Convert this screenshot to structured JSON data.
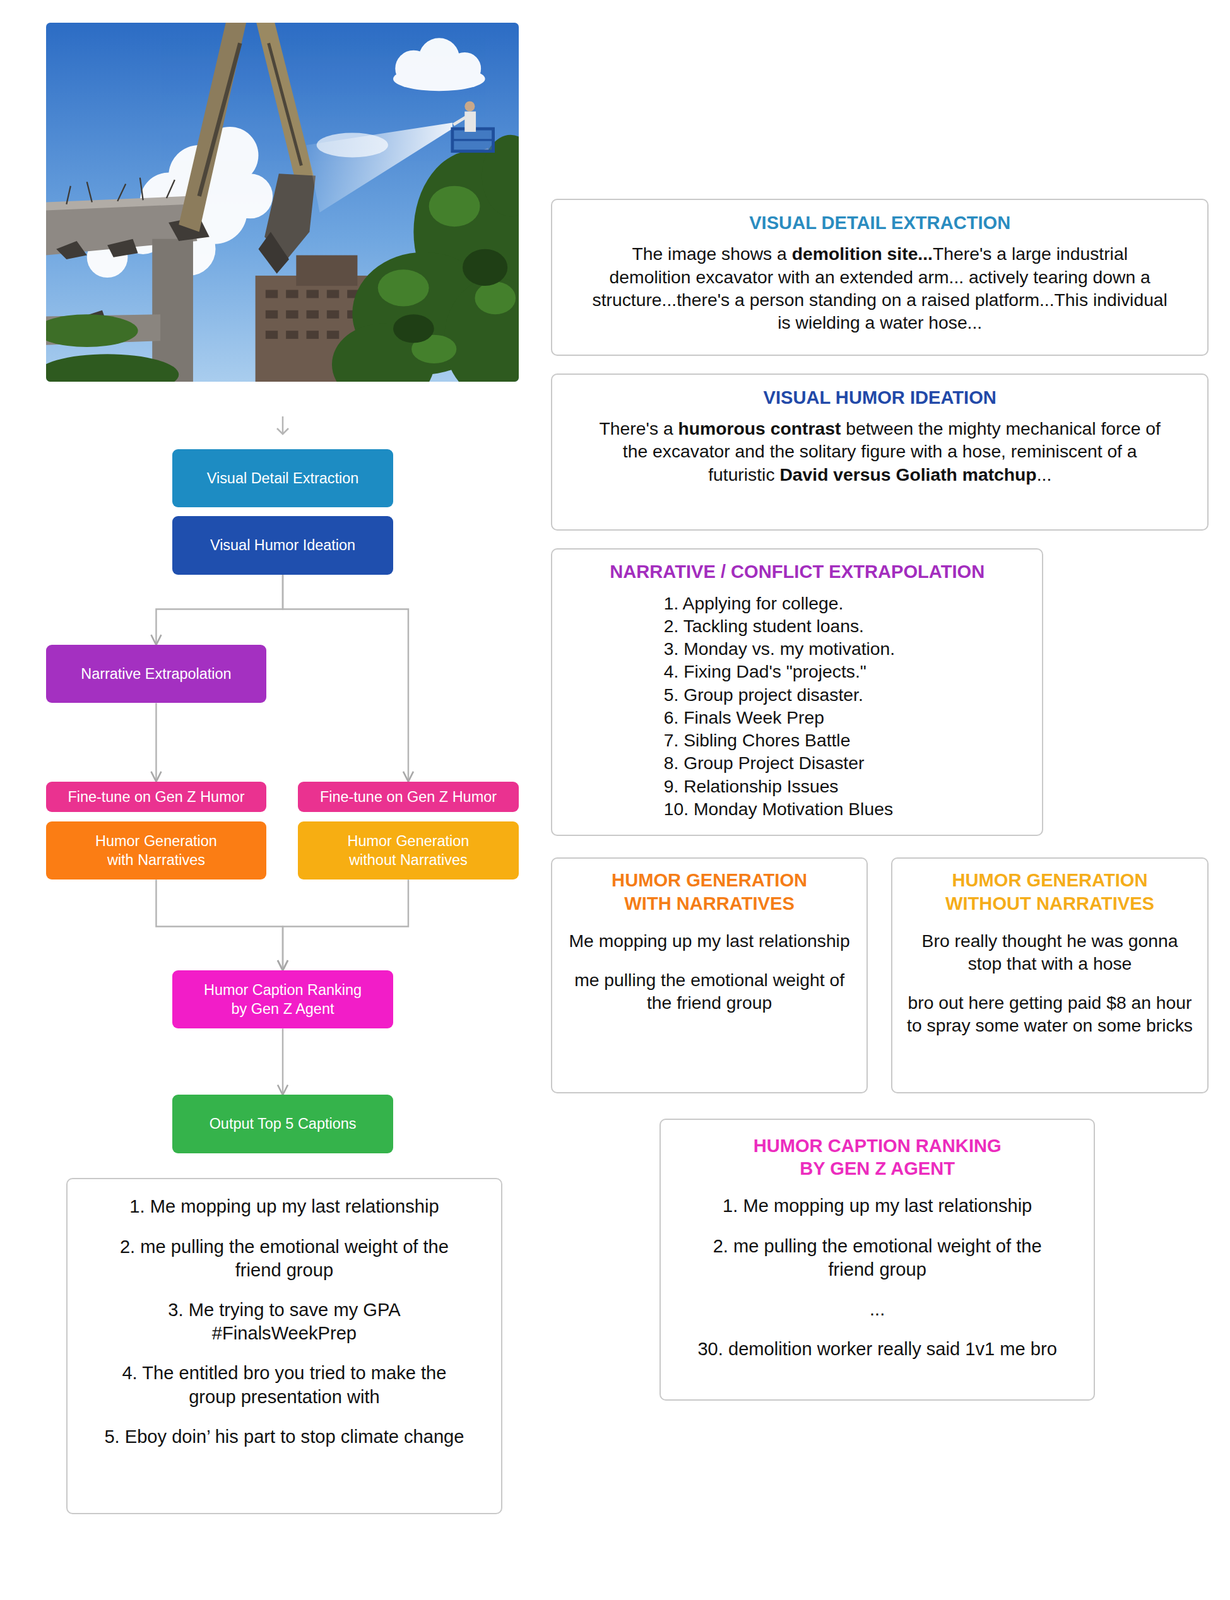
{
  "diagram": {
    "nodes": [
      {
        "text": [
          "Visual Detail Extraction"
        ]
      },
      {
        "text": [
          "Visual Humor Ideation"
        ]
      },
      {
        "text": [
          "Narrative Extrapolation"
        ]
      },
      {
        "text": [
          "Fine-tune on Gen Z Humor"
        ]
      },
      {
        "text": [
          "Fine-tune on Gen Z Humor"
        ]
      },
      {
        "text": [
          "Humor Generation with Narratives"
        ]
      },
      {
        "text": [
          "Humor Generation without Narratives"
        ]
      },
      {
        "text": [
          "Humor Caption Ranking by Gen Z Agent"
        ]
      },
      {
        "text": [
          "Output Top 5 Captions"
        ]
      },
      {
        "text": [
          "1. Me mopping up my last relationship",
          "2. me pulling the emotional weight of the friend group",
          "3. Me trying to save my GPA #FinalsWeekPrep",
          "4. The entitled bro you tried to make the group presentation with",
          "5. Eboy doin’ his part to stop climate change"
        ]
      },
      {
        "text": [
          "VISUAL DETAIL EXTRACTION",
          "The image shows a demolition site...There's a large industrial demolition excavator with an extended arm... actively tearing down a structure...there's a person standing on a raised platform...This individual is wielding a water hose..."
        ]
      },
      {
        "text": [
          "VISUAL HUMOR IDEATION",
          "There's a humorous contrast between the mighty mechanical force of the excavator and the solitary figure with a hose, reminiscent of a futuristic David versus Goliath matchup..."
        ]
      },
      {
        "text": [
          "NARRATIVE / CONFLICT EXTRAPOLATION",
          "1. Applying for college.",
          "2. Tackling student loans.",
          "3. Monday vs. my motivation.",
          "4. Fixing Dad's \"projects.\"",
          "5. Group project disaster.",
          "6. Finals Week Prep",
          "7. Sibling Chores Battle",
          "8. Group Project Disaster",
          "9. Relationship Issues",
          "10. Monday Motivation Blues"
        ]
      },
      {
        "text": [
          "HUMOR GENERATION WITH NARRATIVES",
          "Me mopping up my last relationship",
          "me pulling the emotional weight of the friend group"
        ]
      },
      {
        "text": [
          "HUMOR GENERATION WITHOUT NARRATIVES",
          "Bro really thought he was gonna stop that with a hose",
          "bro out here getting paid $8 an hour to spray some water on some bricks"
        ]
      },
      {
        "text": [
          "HUMOR CAPTION RANKING BY GEN Z AGENT",
          "1. Me mopping up my last relationship",
          "2. me pulling the emotional weight of the friend group",
          "...",
          "30. demolition worker really said 1v1 me bro"
        ]
      }
    ],
    "edges": [
      {
        "from": 1,
        "to": 2,
        "arrow": "to"
      },
      {
        "from": 1,
        "to": 4,
        "arrow": "to"
      },
      {
        "from": 2,
        "to": 3,
        "arrow": "to"
      },
      {
        "from": 5,
        "to": 7,
        "arrow": "to"
      },
      {
        "from": 6,
        "to": 7,
        "arrow": "to"
      },
      {
        "from": 7,
        "to": 8,
        "arrow": "to"
      }
    ]
  }
}
